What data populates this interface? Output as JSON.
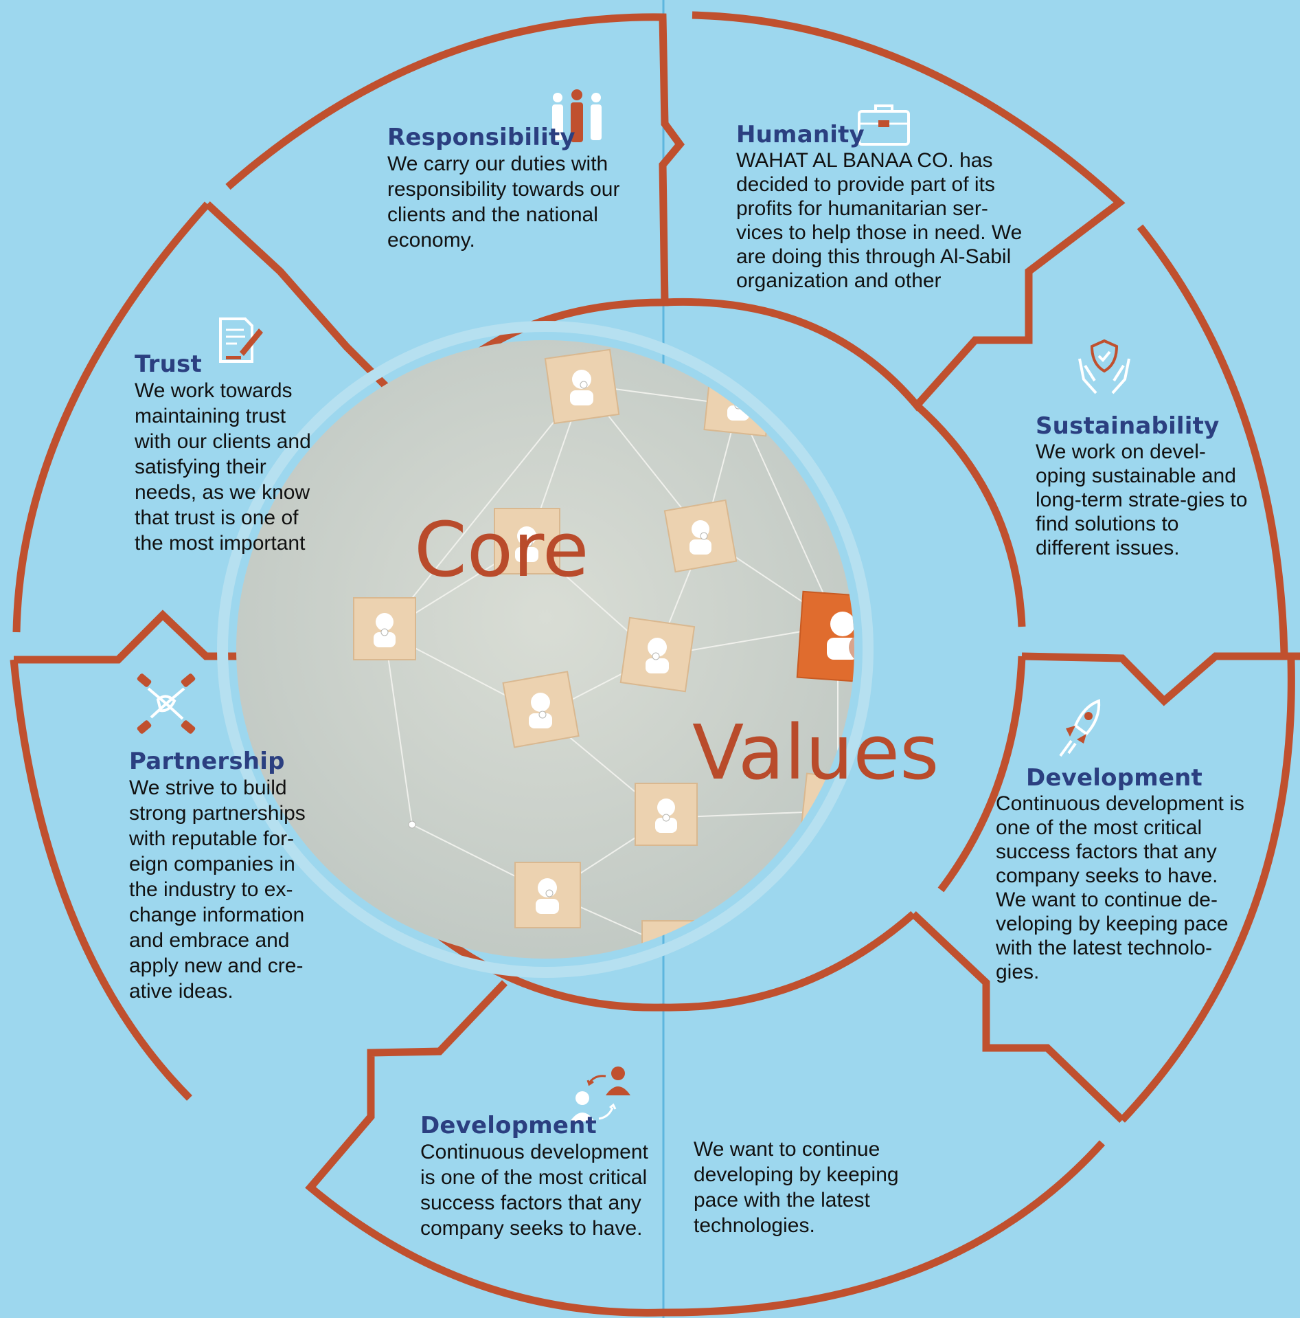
{
  "center": {
    "word1": "Core",
    "word2": "Values"
  },
  "values": [
    {
      "id": "responsibility",
      "title": "Responsibility",
      "text": "We carry our duties with responsibility towards our clients and the national economy.",
      "icon": "people-icon"
    },
    {
      "id": "humanity",
      "title": "Humanity",
      "text": "WAHAT AL BANAA CO. has decided to provide part of its profits for humanitarian ser-vices to help those in need. We are doing this through Al-Sabil organization and other",
      "icon": "briefcase-icon"
    },
    {
      "id": "trust",
      "title": "Trust",
      "text": "We work towards maintaining trust with our clients and satisfying their needs, as we know that trust is one of the most important",
      "icon": "document-pen-icon"
    },
    {
      "id": "sustainability",
      "title": "Sustainability",
      "text": "We work on devel-oping sustainable and long-term strate-gies to find solutions to different issues.",
      "icon": "shield-hands-icon"
    },
    {
      "id": "partnership",
      "title": "Partnership",
      "text": "We strive to build strong partnerships with reputable for-eign companies in the industry to ex-change information and embrace and apply new and cre-ative ideas.",
      "icon": "handshake-icon"
    },
    {
      "id": "development-right",
      "title": "Development",
      "text": "Continuous development is one of the most critical success factors that any company seeks to have. We want to continue de-veloping by keeping pace with the latest technolo-gies.",
      "icon": "rocket-icon"
    },
    {
      "id": "development-bottom",
      "title": "Development",
      "text": "Continuous development is one of the most critical success factors that any company seeks to have.",
      "text2": "We want to continue developing by keeping pace with the latest technologies.",
      "icon": "people-exchange-icon"
    }
  ],
  "colors": {
    "background": "#9dd7ee",
    "accent": "#c0502e",
    "title": "#2b3f80",
    "divider": "#5db6de"
  }
}
